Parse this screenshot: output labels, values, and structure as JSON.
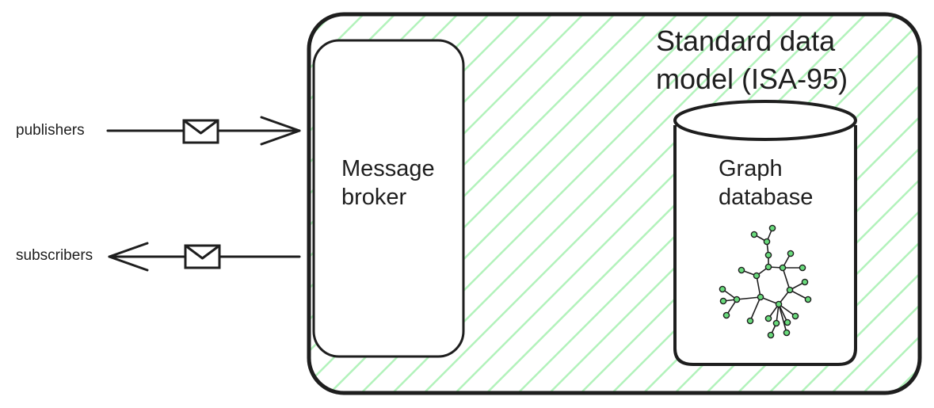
{
  "diagram": {
    "container": {
      "title_line1": "Standard data",
      "title_line2": "model (ISA-95)"
    },
    "broker": {
      "label_line1": "Message",
      "label_line2": "broker"
    },
    "database": {
      "label_line1": "Graph",
      "label_line2": "database"
    },
    "publishers": {
      "label": "publishers"
    },
    "subscribers": {
      "label": "subscribers"
    },
    "colors": {
      "stroke": "#1e1e1e",
      "hatch": "#b2f2bb",
      "node_fill": "#69db7c",
      "background": "#ffffff"
    },
    "icons": [
      "envelope-icon",
      "envelope-icon",
      "graph-network-icon"
    ]
  }
}
